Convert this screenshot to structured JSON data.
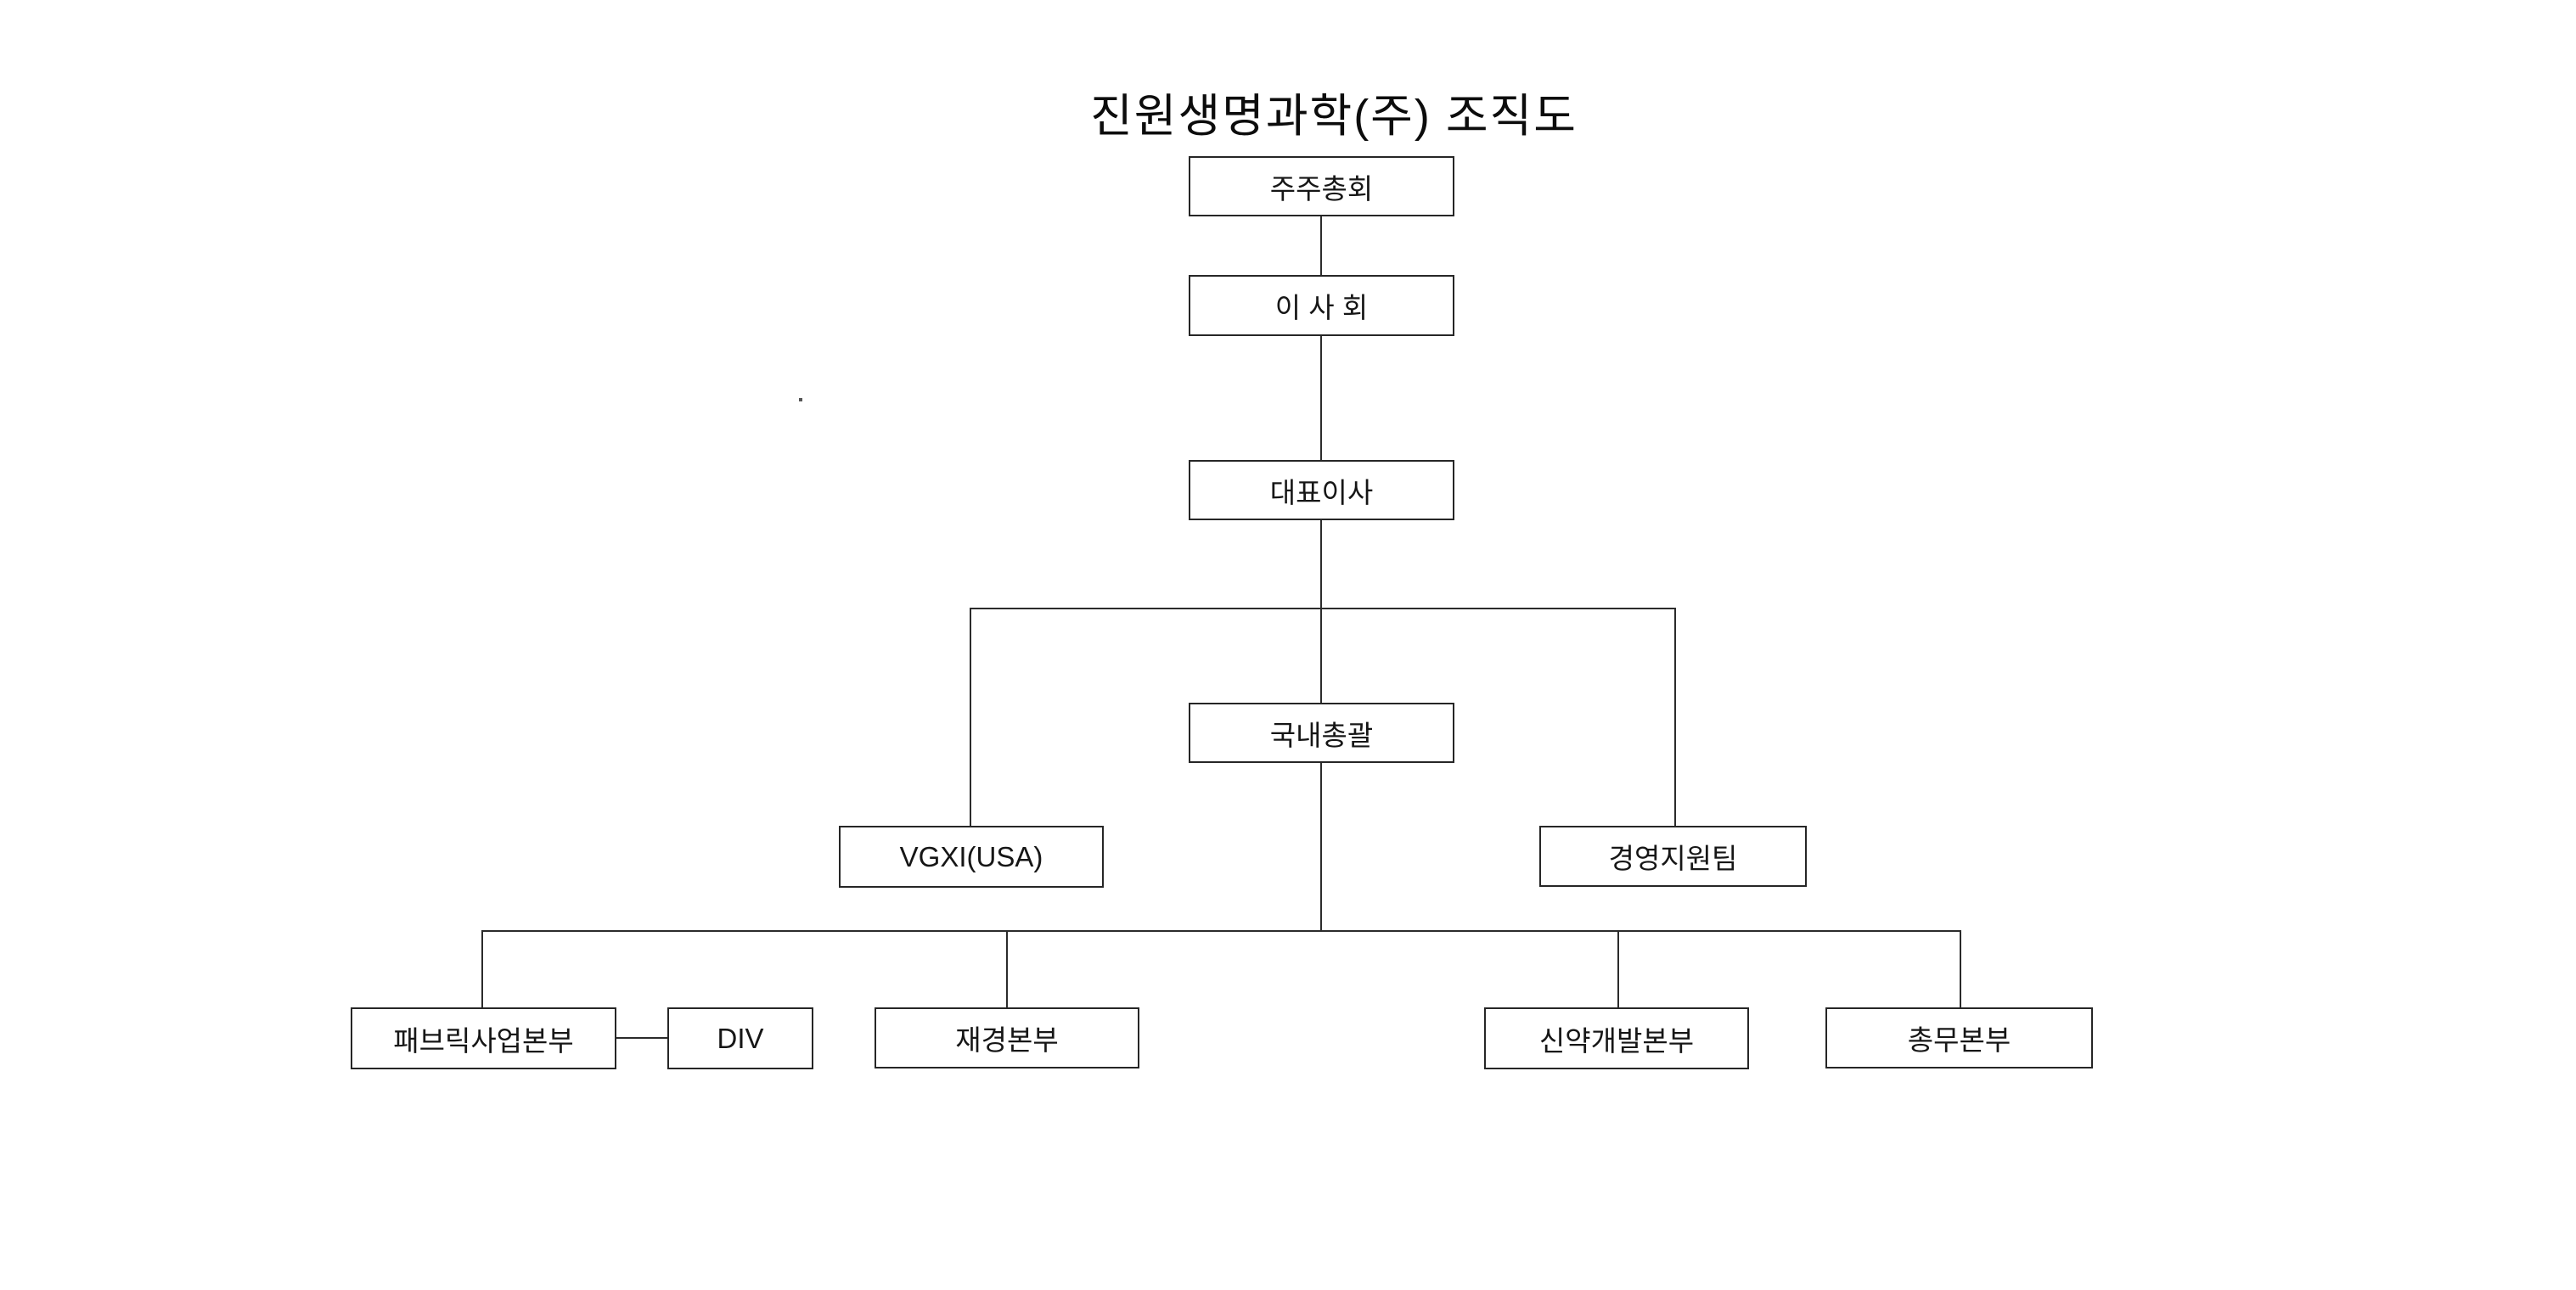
{
  "title": "진원생명과학(주) 조직도",
  "diagram_type": "organization-chart",
  "colors": {
    "background": "#ffffff",
    "line": "#2b2b2b",
    "box_border": "#262626",
    "text": "#161616"
  },
  "org": {
    "nodes": [
      {
        "id": "shareholders-meeting",
        "label": "주주총회"
      },
      {
        "id": "board-of-directors",
        "label": "이 사 회"
      },
      {
        "id": "ceo",
        "label": "대표이사"
      },
      {
        "id": "domestic-general",
        "label": "국내총괄"
      },
      {
        "id": "vgxi-usa",
        "label": "VGXI(USA)"
      },
      {
        "id": "management-support",
        "label": "경영지원팀"
      },
      {
        "id": "fabric-business",
        "label": "패브릭사업본부"
      },
      {
        "id": "div",
        "label": "DIV"
      },
      {
        "id": "finance-hq",
        "label": "재경본부"
      },
      {
        "id": "drug-development-hq",
        "label": "신약개발본부"
      },
      {
        "id": "general-affairs-hq",
        "label": "총무본부"
      }
    ],
    "edges": [
      {
        "from": "주주총회",
        "to": "이 사 회"
      },
      {
        "from": "이 사 회",
        "to": "대표이사"
      },
      {
        "from": "대표이사",
        "to": "VGXI(USA)"
      },
      {
        "from": "대표이사",
        "to": "국내총괄"
      },
      {
        "from": "대표이사",
        "to": "경영지원팀"
      },
      {
        "from": "국내총괄",
        "to": "패브릭사업본부"
      },
      {
        "from": "국내총괄",
        "to": "재경본부"
      },
      {
        "from": "국내총괄",
        "to": "신약개발본부"
      },
      {
        "from": "국내총괄",
        "to": "총무본부"
      },
      {
        "from": "패브릭사업본부",
        "to": "DIV"
      }
    ]
  }
}
